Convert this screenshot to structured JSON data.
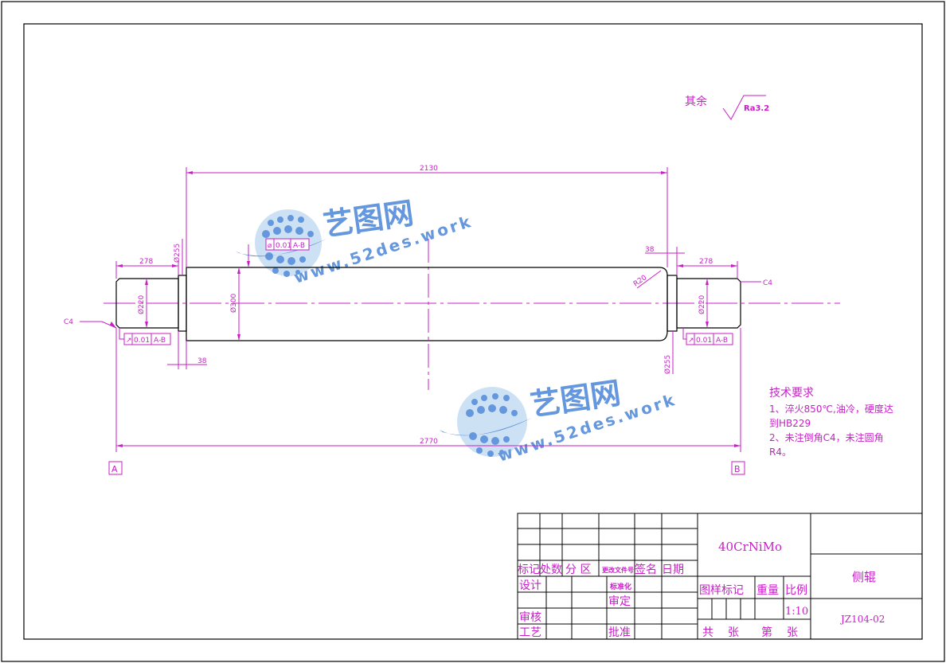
{
  "surface_finish": {
    "label": "其余",
    "value": "Ra3.2"
  },
  "dimensions": {
    "body_length": "2130",
    "total_length": "2770",
    "left_journal_length": "278",
    "right_journal_length": "278",
    "left_step": "38",
    "right_step": "38",
    "body_diameter": "Ø300",
    "journal_diameter_left": "Ø220",
    "journal_diameter_right": "Ø220",
    "shoulder_diameter_left": "Ø255",
    "shoulder_diameter_right": "Ø255",
    "fillet_radius": "R20",
    "chamfer_left": "C4",
    "chamfer_right": "C4"
  },
  "tolerances": {
    "body": {
      "symbol": "⌀",
      "value": "0.01",
      "datum": "A-B"
    },
    "left_journal": {
      "symbol": "↗",
      "value": "0.01",
      "datum": "A-B"
    },
    "right_journal": {
      "symbol": "↗",
      "value": "0.01",
      "datum": "A-B"
    }
  },
  "datums": {
    "left": "A",
    "right": "B"
  },
  "tech_requirements": {
    "title": "技术要求",
    "lines": [
      "1、淬火850℃,油冷，硬度达",
      "到HB229",
      "2、未注倒角C4，未注圆角",
      "R4。"
    ]
  },
  "title_block": {
    "material": "40CrNiMo",
    "part_name": "侧辊",
    "drawing_no": "JZ104-02",
    "scale": "1:10",
    "header_labels": [
      "标记",
      "处数",
      "分 区",
      "更改文件号",
      "签名",
      "日期"
    ],
    "role_labels": {
      "design": "设计",
      "standardize": "标准化",
      "review": "审核",
      "approve_check": "审定",
      "process": "工艺",
      "approve": "批准"
    },
    "stage_label": "图样标记",
    "weight_label": "重量",
    "scale_label": "比例",
    "sheet_total": "共",
    "sheet_unit": "张",
    "sheet_no": "第",
    "sheet_unit2": "张"
  },
  "watermark": {
    "brand": "艺图网",
    "url": "www.52des.work"
  },
  "colors": {
    "line": "#000000",
    "dimension": "#c81ec8",
    "watermark": "#4a86d8"
  }
}
